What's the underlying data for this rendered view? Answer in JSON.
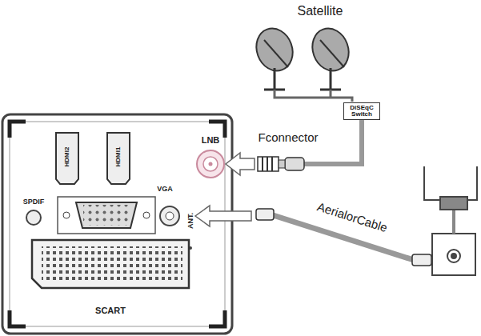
{
  "diagram": {
    "nodes": [
      {
        "text": [
          "DiSEqC Switch"
        ]
      }
    ],
    "labels": [
      "Satellite",
      "Fconnector",
      "AerialorCable",
      "HDMI2",
      "HDMI1",
      "LNB",
      "VGA",
      "SPDIF",
      "ANT.",
      "SCART"
    ]
  }
}
